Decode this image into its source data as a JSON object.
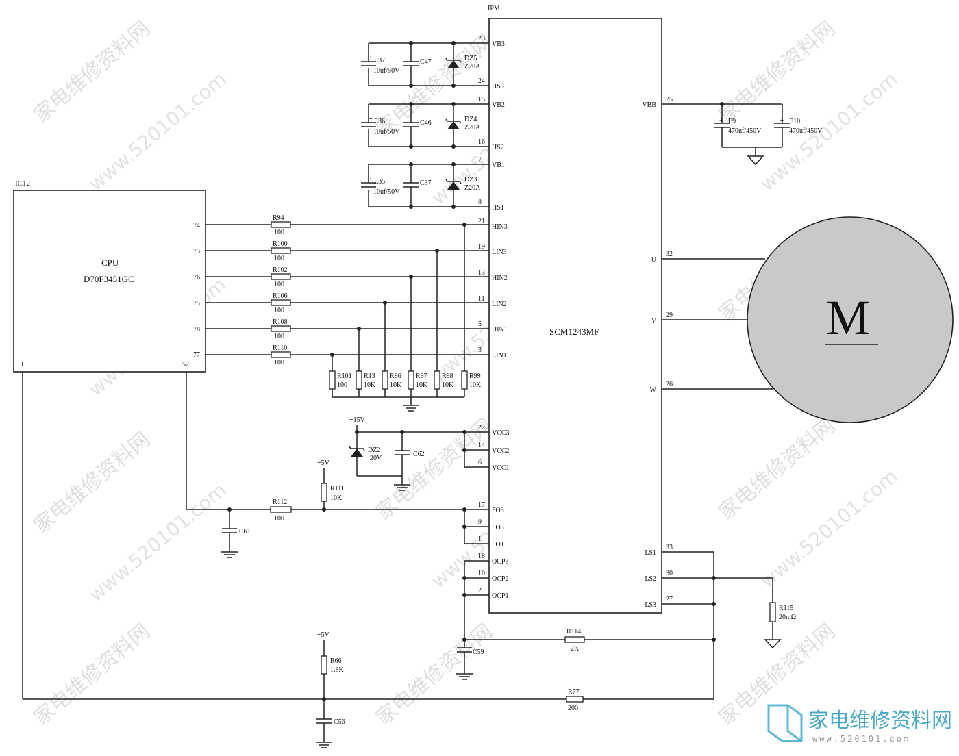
{
  "cpu": {
    "ref": "IC12",
    "title": "CPU",
    "part": "D70F3451GC",
    "pins": [
      "74",
      "73",
      "76",
      "75",
      "78",
      "77"
    ],
    "pin1": "1",
    "pin52": "52"
  },
  "ipm": {
    "ref": "IPM",
    "part": "SCM1243MF",
    "left_pins": [
      {
        "num": "23",
        "name": "VB3"
      },
      {
        "num": "24",
        "name": "HS3"
      },
      {
        "num": "15",
        "name": "VB2"
      },
      {
        "num": "16",
        "name": "HS2"
      },
      {
        "num": "7",
        "name": "VB1"
      },
      {
        "num": "8",
        "name": "HS1"
      },
      {
        "num": "21",
        "name": "HIN3"
      },
      {
        "num": "19",
        "name": "LIN3"
      },
      {
        "num": "13",
        "name": "HIN2"
      },
      {
        "num": "11",
        "name": "LIN2"
      },
      {
        "num": "5",
        "name": "HIN1"
      },
      {
        "num": "3",
        "name": "LIN1"
      },
      {
        "num": "22",
        "name": "VCC3"
      },
      {
        "num": "14",
        "name": "VCC2"
      },
      {
        "num": "6",
        "name": "VCC1"
      },
      {
        "num": "17",
        "name": "FO3"
      },
      {
        "num": "9",
        "name": "FO3"
      },
      {
        "num": "1",
        "name": "FO1"
      },
      {
        "num": "18",
        "name": "OCP3"
      },
      {
        "num": "10",
        "name": "OCP2"
      },
      {
        "num": "2",
        "name": "OCP1"
      }
    ],
    "right_pins": [
      {
        "num": "25",
        "name": "VBB"
      },
      {
        "num": "32",
        "name": "U"
      },
      {
        "num": "29",
        "name": "V"
      },
      {
        "num": "26",
        "name": "W"
      },
      {
        "num": "33",
        "name": "LS1"
      },
      {
        "num": "30",
        "name": "LS2"
      },
      {
        "num": "27",
        "name": "LS3"
      }
    ]
  },
  "motor": {
    "label": "M"
  },
  "bootstrap": [
    {
      "e": "E37",
      "c": "C47",
      "dz": "DZ5",
      "dzv": "Z20A",
      "ev": "10uf/50V"
    },
    {
      "e": "E36",
      "c": "C46",
      "dz": "DZ4",
      "dzv": "Z20A",
      "ev": "10uf/50V"
    },
    {
      "e": "E35",
      "c": "C37",
      "dz": "DZ3",
      "dzv": "Z20A",
      "ev": "10uf/50V"
    }
  ],
  "series_res": [
    {
      "ref": "R94",
      "val": "100"
    },
    {
      "ref": "R100",
      "val": "100"
    },
    {
      "ref": "R102",
      "val": "100"
    },
    {
      "ref": "R106",
      "val": "100"
    },
    {
      "ref": "R108",
      "val": "100"
    },
    {
      "ref": "R110",
      "val": "100"
    }
  ],
  "pulldowns": [
    {
      "ref": "R101",
      "val": "100"
    },
    {
      "ref": "R13",
      "val": "10K"
    },
    {
      "ref": "R86",
      "val": "10K"
    },
    {
      "ref": "R97",
      "val": "10K"
    },
    {
      "ref": "R98",
      "val": "10K"
    },
    {
      "ref": "R99",
      "val": "10K"
    }
  ],
  "bulk": [
    {
      "ref": "E9",
      "val": "470uf/450V"
    },
    {
      "ref": "E10",
      "val": "470uf/450V"
    }
  ],
  "vcc": {
    "rail": "+15V",
    "dz": "DZ2",
    "dzv": "20V",
    "cap": "C62"
  },
  "fo": {
    "rail": "+5V",
    "pullup": "R111",
    "pullup_val": "10K",
    "series": "R112",
    "series_val": "100",
    "cap": "C61"
  },
  "ocp": {
    "cap": "C59",
    "res": "R114",
    "res_val": "2K"
  },
  "shunt": {
    "ref": "R115",
    "val": "20mΩ"
  },
  "bottom": {
    "rail": "+5V",
    "res": "R66",
    "res_val": "1.8K",
    "cap": "C56",
    "link": "R77",
    "link_val": "200"
  },
  "watermark": {
    "cn": "家电维修资料网",
    "url": "www.520101.com",
    "corner": "家电维修资料网",
    "corner_url": "www.520101.com"
  }
}
